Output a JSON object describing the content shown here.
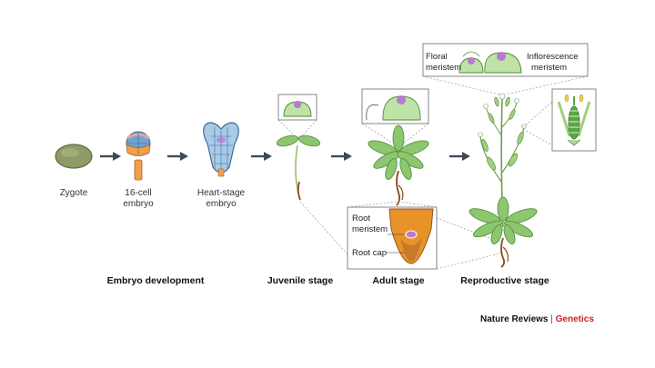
{
  "stages": {
    "zygote": "Zygote",
    "sixteen_cell": "16-cell",
    "embryo_a": "embryo",
    "heart_stage": "Heart-stage",
    "embryo_b": "embryo"
  },
  "phases": {
    "embryo_development": "Embryo development",
    "juvenile": "Juvenile stage",
    "adult": "Adult stage",
    "reproductive": "Reproductive stage"
  },
  "insets": {
    "floral_1": "Floral",
    "floral_2": "meristem",
    "inflorescence_1": "Inflorescence",
    "inflorescence_2": "meristem",
    "root_meristem_1": "Root",
    "root_meristem_2": "meristem",
    "root_cap": "Root cap"
  },
  "credit": {
    "publisher": "Nature Reviews",
    "separator": "|",
    "journal": "Genetics"
  },
  "colors": {
    "arrow": "#3f4a57",
    "zygote": "#8e9b66",
    "embryo_blue": "#6fa4cf",
    "embryo_orange": "#f0a04b",
    "meristem_green": "#bfe3a7",
    "meristem_pink": "#b77ad1",
    "leaf_green": "#8cc66e",
    "root_brown": "#8c4a1c",
    "root_cap_orange": "#e7932a",
    "journal_red": "#d0231f"
  }
}
